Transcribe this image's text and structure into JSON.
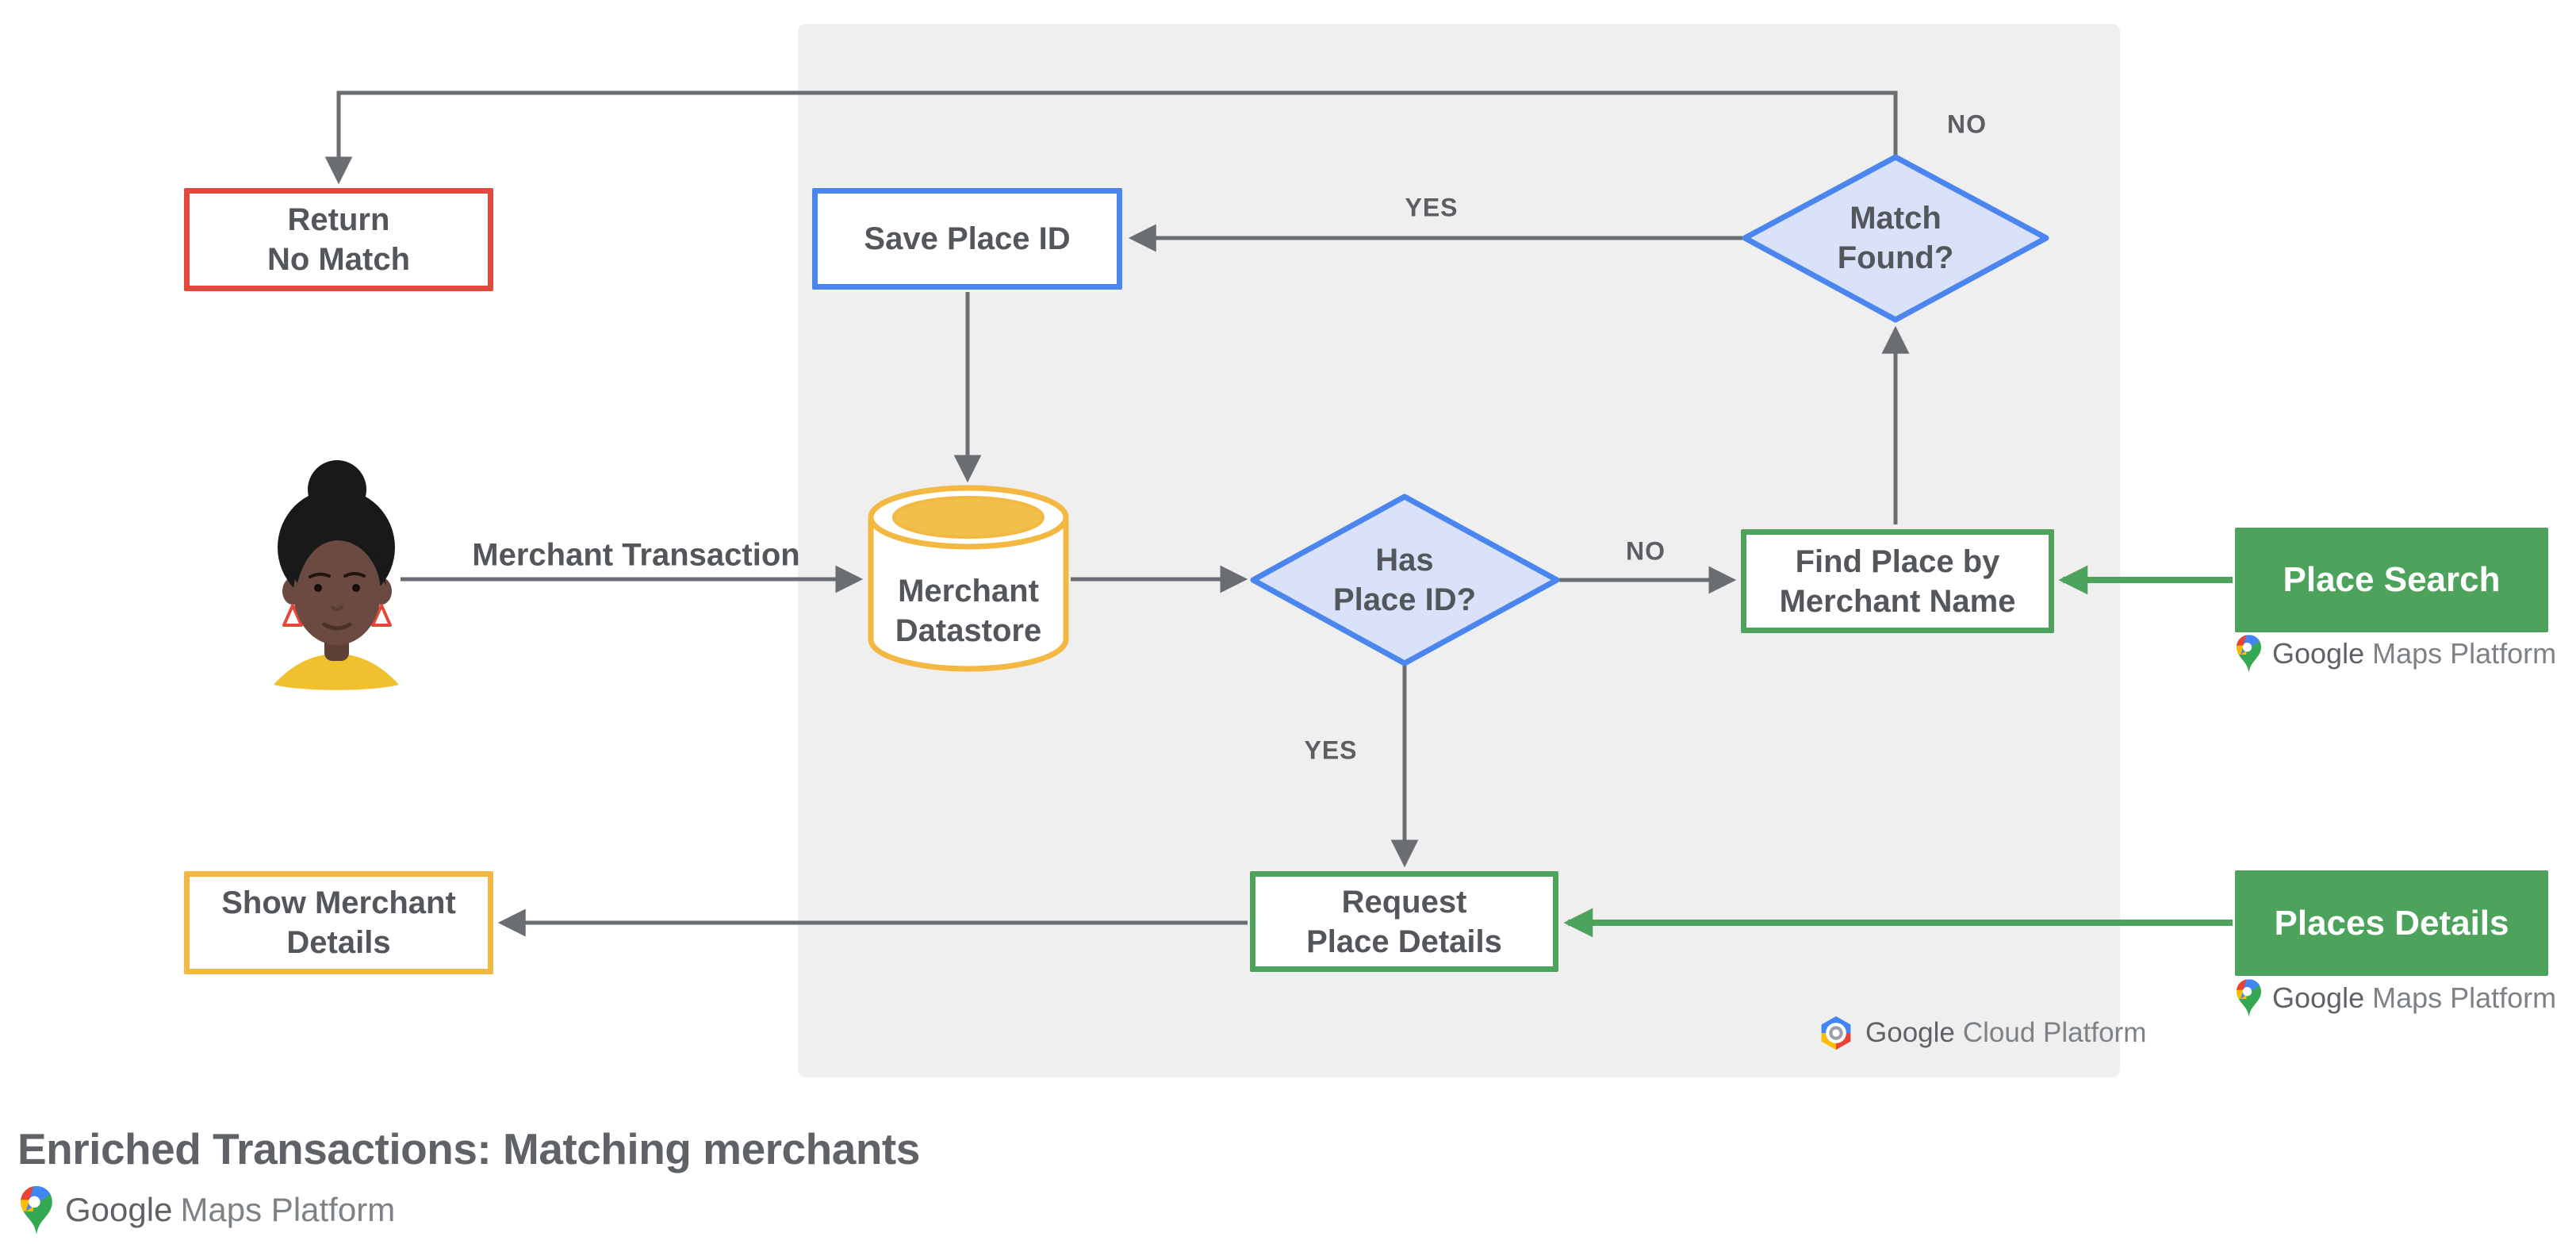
{
  "title": "Enriched Transactions: Matching merchants",
  "nodes": {
    "return_no_match": "Return\nNo Match",
    "save_place_id": "Save Place ID",
    "match_found": "Match\nFound?",
    "merchant_datastore": "Merchant\nDatastore",
    "has_place_id": "Has\nPlace ID?",
    "find_place_by_merchant_name": "Find Place by\nMerchant Name",
    "place_search": "Place Search",
    "request_place_details": "Request\nPlace Details",
    "places_details": "Places Details",
    "show_merchant_details": "Show Merchant\nDetails"
  },
  "edge_labels": {
    "merchant_transaction": "Merchant Transaction",
    "match_found_no": "NO",
    "match_found_yes": "YES",
    "has_place_id_no": "NO",
    "has_place_id_yes": "YES"
  },
  "logos": {
    "google_cloud_platform": {
      "google": "Google",
      "rest": "Cloud Platform"
    },
    "maps_platform_place_search": {
      "google": "Google",
      "rest": "Maps Platform"
    },
    "maps_platform_places_details": {
      "google": "Google",
      "rest": "Maps Platform"
    },
    "maps_platform_footer": {
      "google": "Google",
      "rest": "Maps Platform"
    }
  },
  "colors": {
    "box_red": "#E2493D",
    "box_blue": "#4A86EE",
    "diamond_fill": "#D9E2F9",
    "box_yellow": "#F2B842",
    "cylinder_inner_yellow": "#F1C04B",
    "box_green": "#4DA25C",
    "arrow_gray": "#6A6E72",
    "panel_background": "#EFEFEF",
    "google_blue": "#4285F4",
    "google_red": "#EA4335",
    "google_yellow": "#FBBC04",
    "google_green": "#34A853"
  }
}
